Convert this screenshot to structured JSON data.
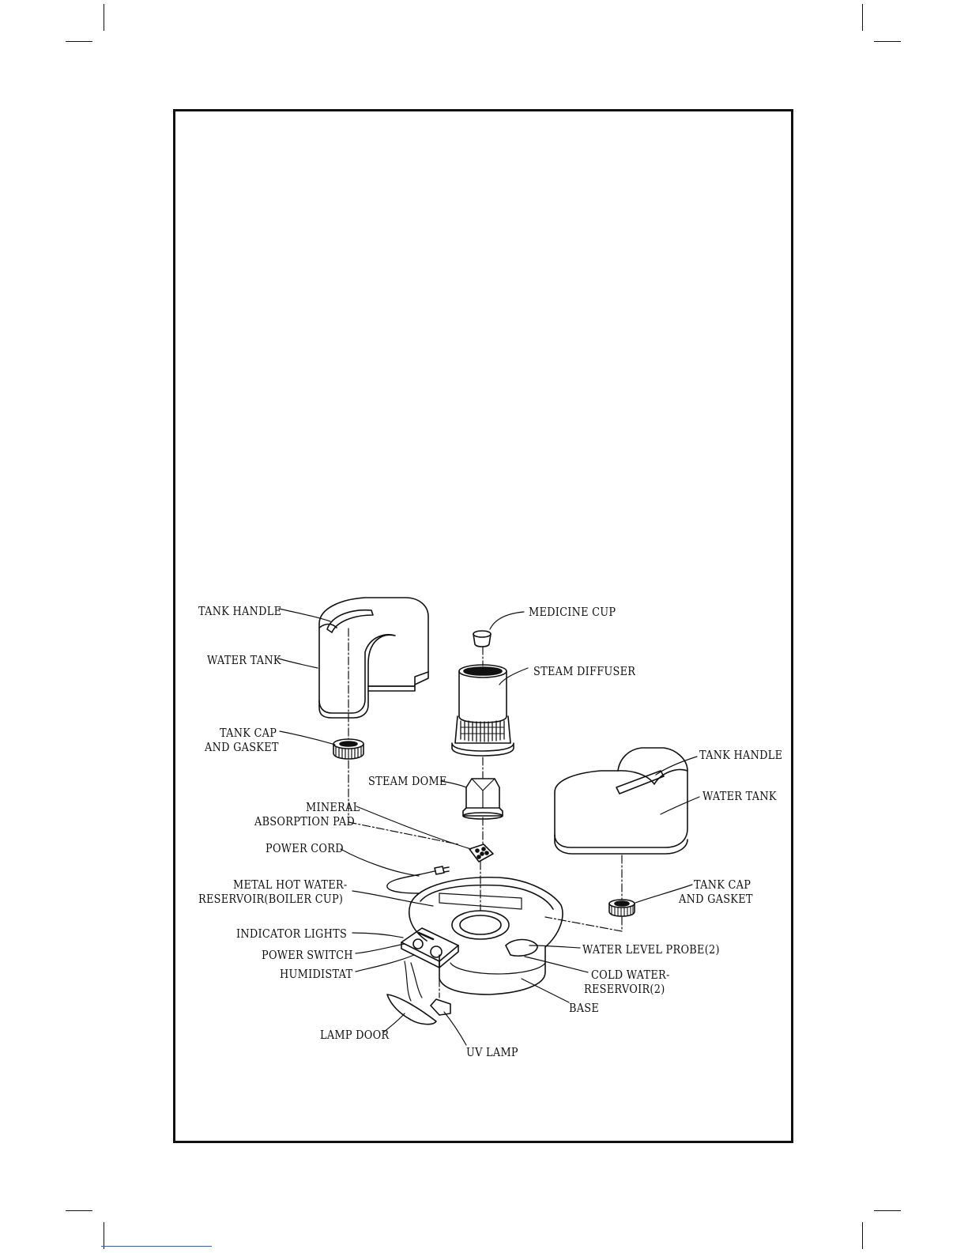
{
  "diagram": {
    "labels": {
      "tank_handle_left": "TANK HANDLE",
      "water_tank_left": "WATER TANK",
      "tank_cap_left_1": "TANK CAP",
      "tank_cap_left_2": "AND GASKET",
      "medicine_cup": "MEDICINE CUP",
      "steam_diffuser": "STEAM DIFFUSER",
      "steam_dome": "STEAM DOME",
      "mineral_1": "MINERAL",
      "mineral_2": "ABSORPTION PAD",
      "power_cord": "POWER CORD",
      "boiler_1": "METAL HOT WATER-",
      "boiler_2": "RESERVOIR(BOILER CUP)",
      "indicator_lights": "INDICATOR LIGHTS",
      "power_switch": "POWER SWITCH",
      "humidistat": "HUMIDISTAT",
      "lamp_door": "LAMP DOOR",
      "uv_lamp": "UV LAMP",
      "tank_handle_right": "TANK HANDLE",
      "water_tank_right": "WATER TANK",
      "tank_cap_right_1": "TANK CAP",
      "tank_cap_right_2": "AND GASKET",
      "water_level_probe": "WATER LEVEL PROBE(2)",
      "cold_water_1": "COLD WATER-",
      "cold_water_2": "RESERVOIR(2)",
      "base": "BASE"
    }
  }
}
